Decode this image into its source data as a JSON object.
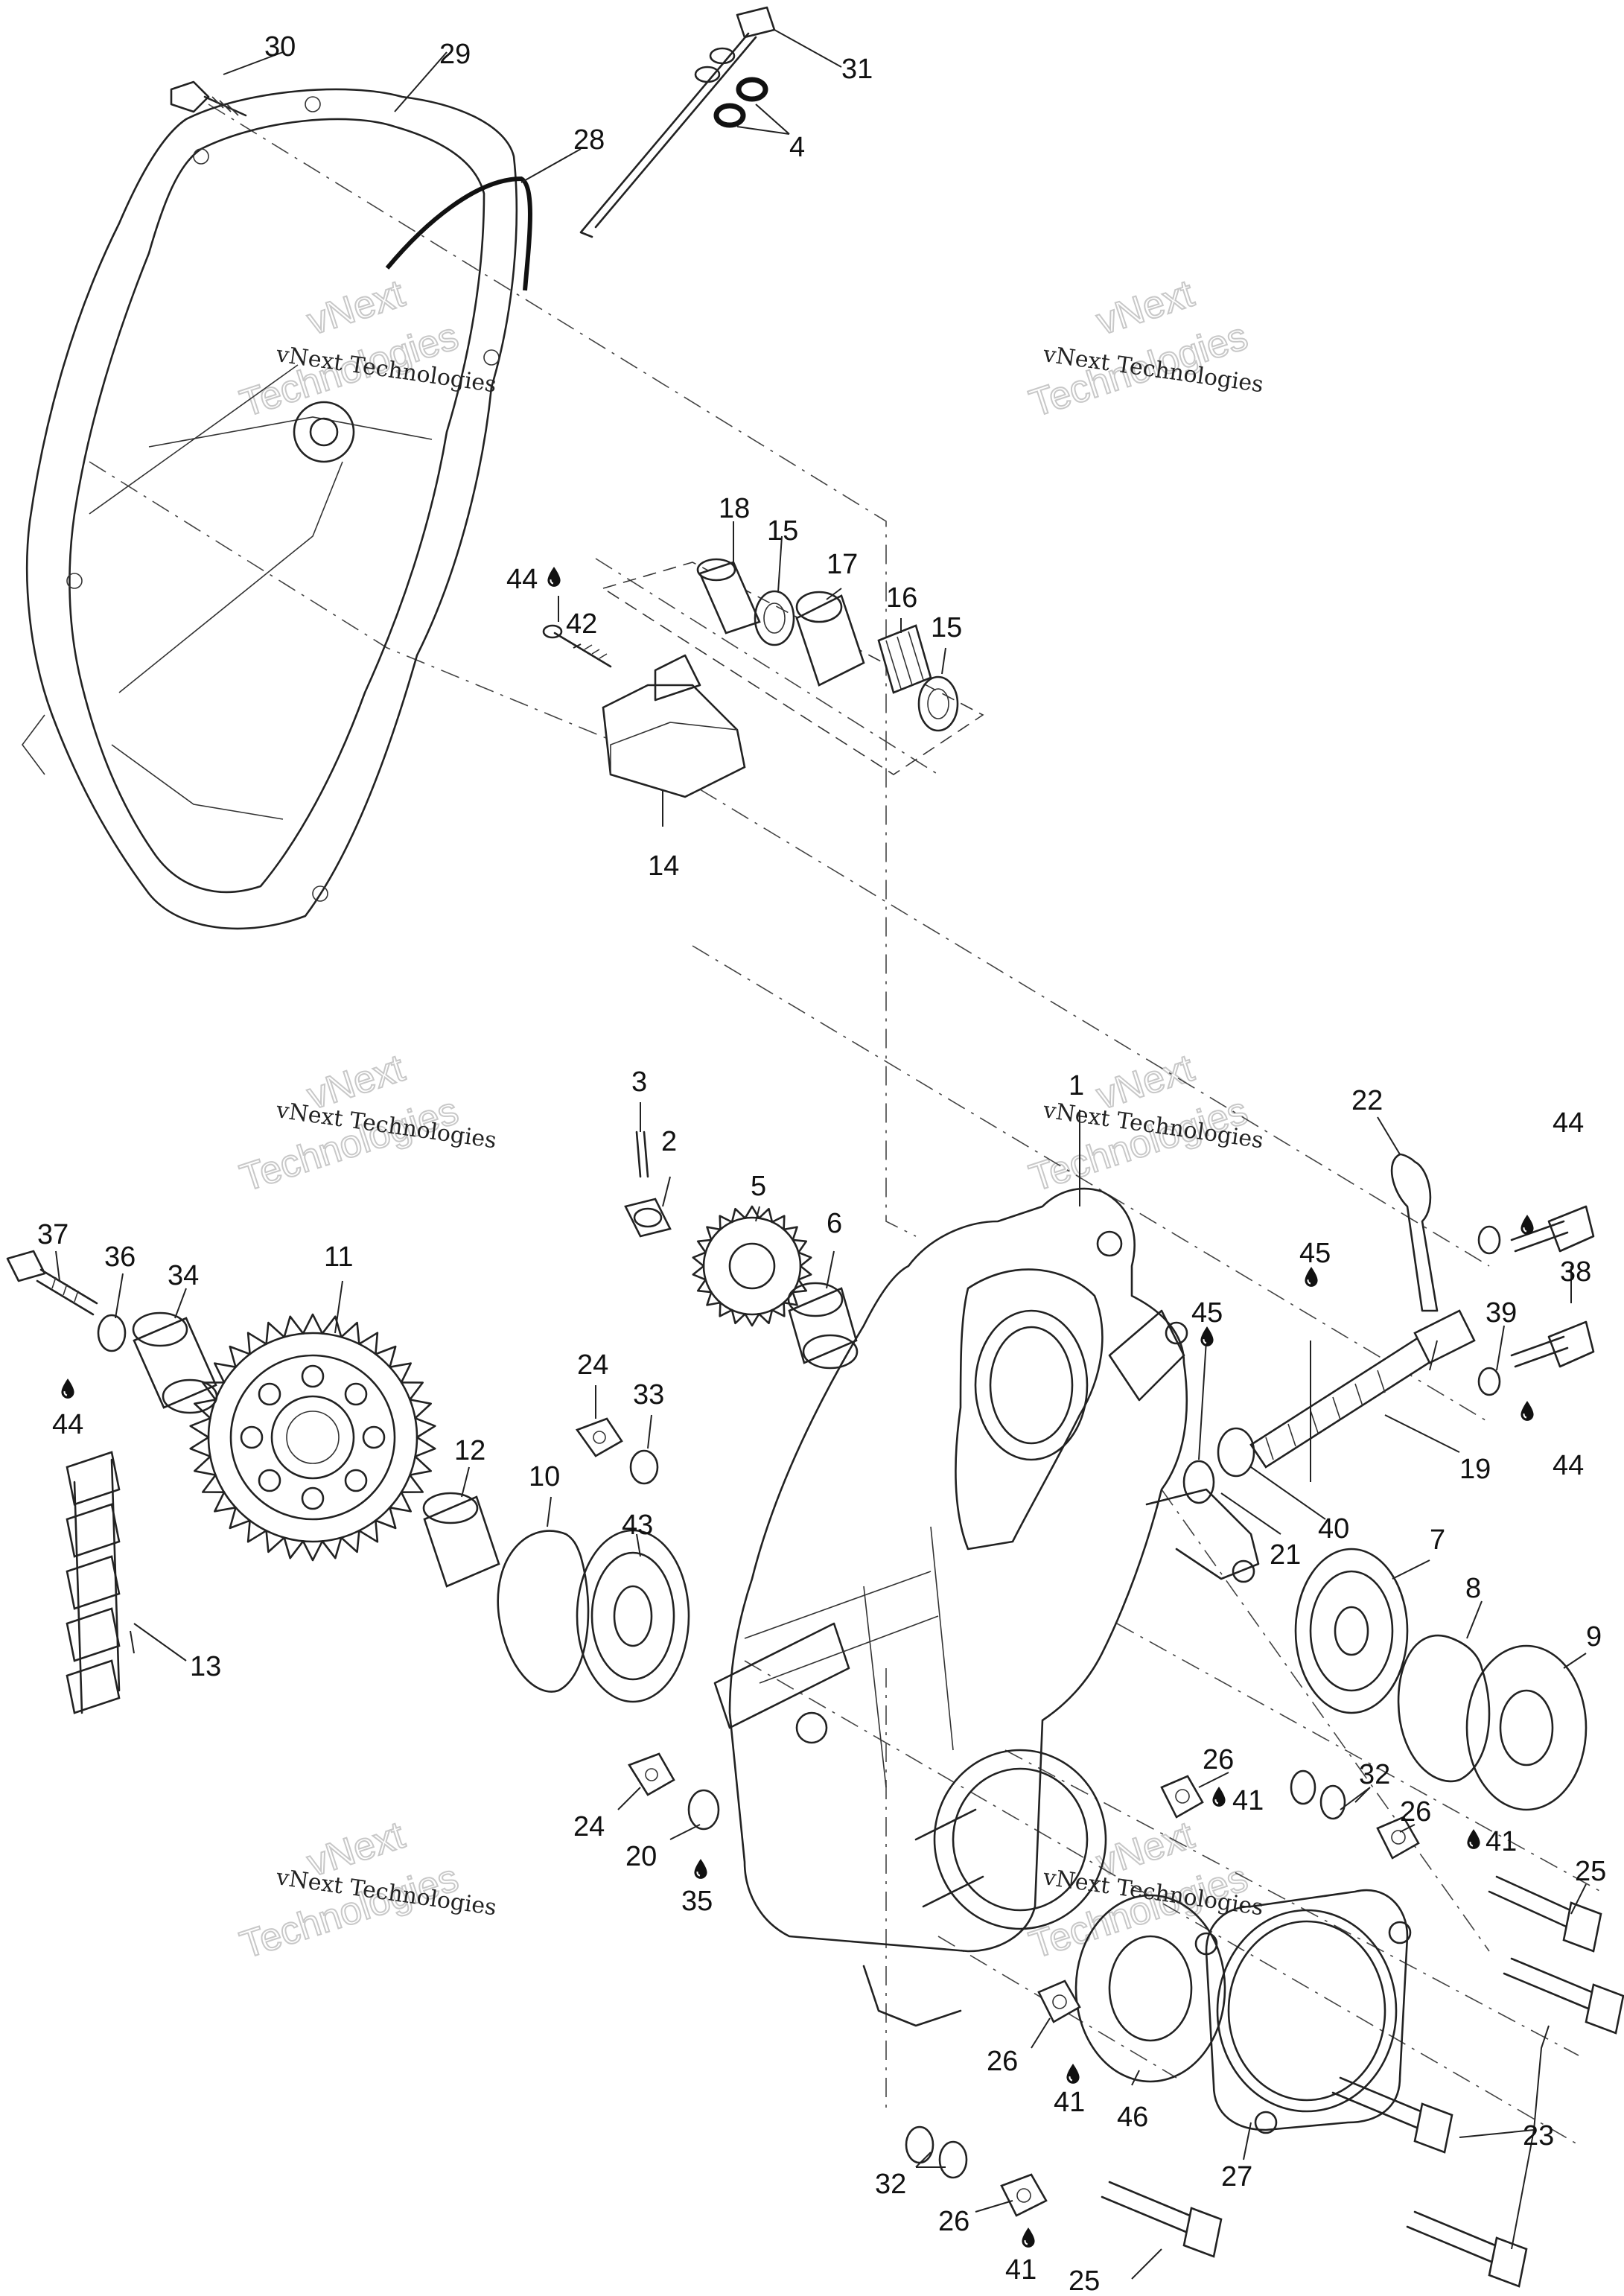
{
  "watermark": {
    "line1": "vNext Technologies",
    "line2a": "vNext",
    "line2b": "Technologies"
  },
  "labels": {
    "l1": "1",
    "l2": "2",
    "l3": "3",
    "l4": "4",
    "l5": "5",
    "l6": "6",
    "l7": "7",
    "l8": "8",
    "l9": "9",
    "l10": "10",
    "l11": "11",
    "l12": "12",
    "l13": "13",
    "l14": "14",
    "l15a": "15",
    "l15b": "15",
    "l16": "16",
    "l17": "17",
    "l18": "18",
    "l19": "19",
    "l20": "20",
    "l21": "21",
    "l22": "22",
    "l23": "23",
    "l24a": "24",
    "l24b": "24",
    "l25a": "25",
    "l25b": "25",
    "l26a": "26",
    "l26b": "26",
    "l26c": "26",
    "l26d": "26",
    "l27": "27",
    "l28": "28",
    "l29": "29",
    "l30": "30",
    "l31": "31",
    "l32a": "32",
    "l32b": "32",
    "l33": "33",
    "l34": "34",
    "l35": "35",
    "l36": "36",
    "l37": "37",
    "l38": "38",
    "l39": "39",
    "l40": "40",
    "l41a": "41",
    "l41b": "41",
    "l41c": "41",
    "l41d": "41",
    "l42": "42",
    "l43": "43",
    "l44a": "44",
    "l44b": "44",
    "l44c": "44",
    "l44d": "44",
    "l45a": "45",
    "l45b": "45",
    "l46": "46"
  },
  "icons": {
    "lubricant": "oil-drop-icon"
  }
}
